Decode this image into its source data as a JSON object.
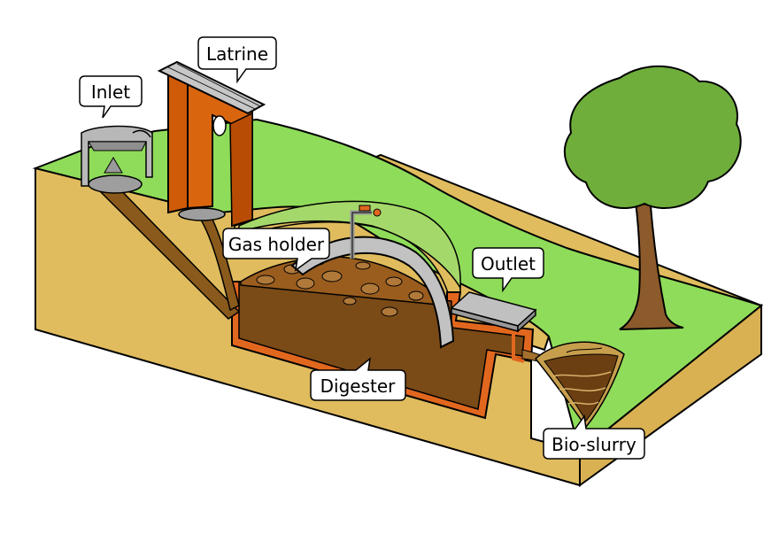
{
  "labels": {
    "inlet": "Inlet",
    "latrine": "Latrine",
    "gas_holder": "Gas holder",
    "outlet": "Outlet",
    "digester": "Digester",
    "bio_slurry": "Bio-slurry"
  },
  "colors": {
    "grass": "#8fdc5a",
    "soil": "#e0bc5e",
    "soil_dark": "#c99f45",
    "digester_fill": "#7a4a17",
    "digester_lining": "#e2671e",
    "slurry": "#9a5d1e",
    "dome": "#bdbdbd",
    "latrine": "#cf5a08",
    "roof": "#c7c7c7",
    "tree_leaves": "#6fae3b",
    "tree_trunk": "#8c5a2b",
    "outline": "#000000"
  }
}
